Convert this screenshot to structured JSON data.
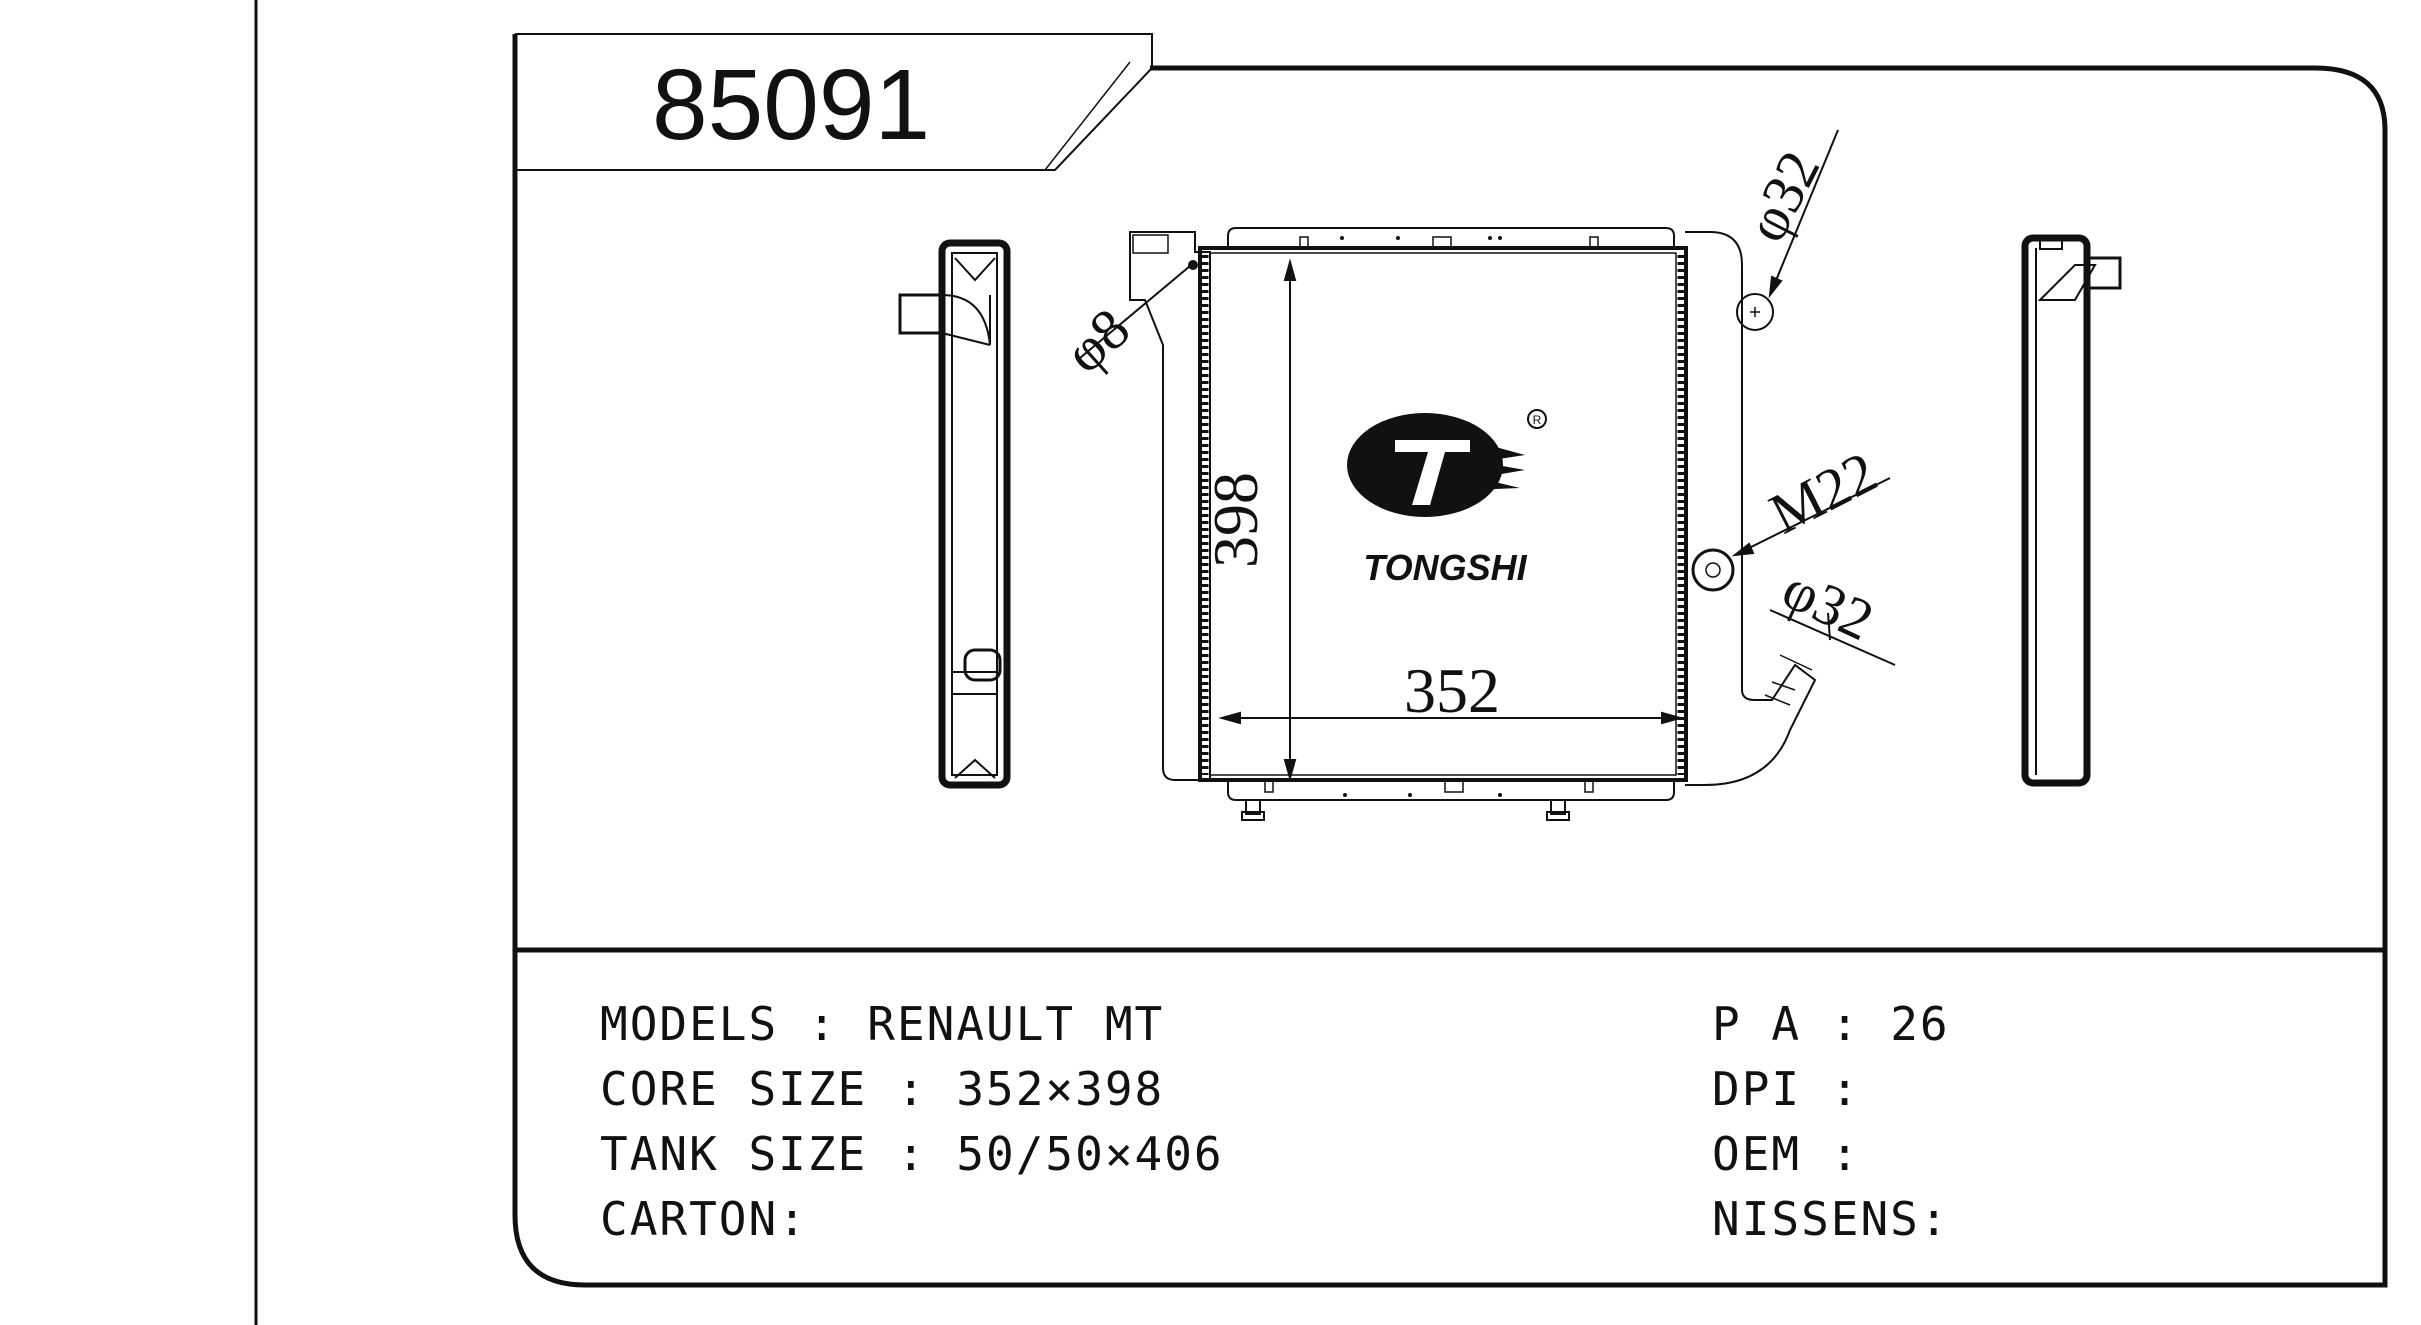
{
  "part_number": "85091",
  "brand": {
    "name": "TONGSHI",
    "registered_mark": "R"
  },
  "dimensions": {
    "core_width": "352",
    "core_height": "398",
    "bleed_hole": "φ8",
    "inlet_pipe": "φ32",
    "outlet_pipe": "φ32",
    "drain_thread": "M22"
  },
  "specs": {
    "models_label": "MODELS",
    "models_value": "RENAULT MT",
    "core_size_label": "CORE SIZE",
    "core_size_value": "352×398",
    "tank_size_label": "TANK SIZE",
    "tank_size_value": "50/50×406",
    "carton_label": "CARTON:",
    "pa_label": "P A",
    "pa_value": "26",
    "dpi_label": "DPI",
    "oem_label": "OEM",
    "nissens_label": "NISSENS:"
  },
  "colors": {
    "line": "#111111",
    "background": "#ffffff"
  }
}
